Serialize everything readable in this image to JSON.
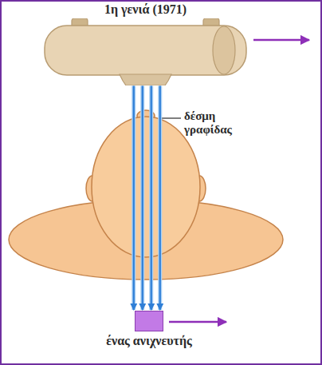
{
  "diagram": {
    "nodes": [
      {
        "text": [
          "1η γενιά (1971)"
        ]
      },
      {
        "text": [
          "ένας ανιχνευτής"
        ]
      }
    ],
    "edges": [
      {
        "from": 0,
        "to": 1,
        "arrow": "to"
      }
    ],
    "labels": [
      "δέσμη γραφίδας"
    ]
  }
}
